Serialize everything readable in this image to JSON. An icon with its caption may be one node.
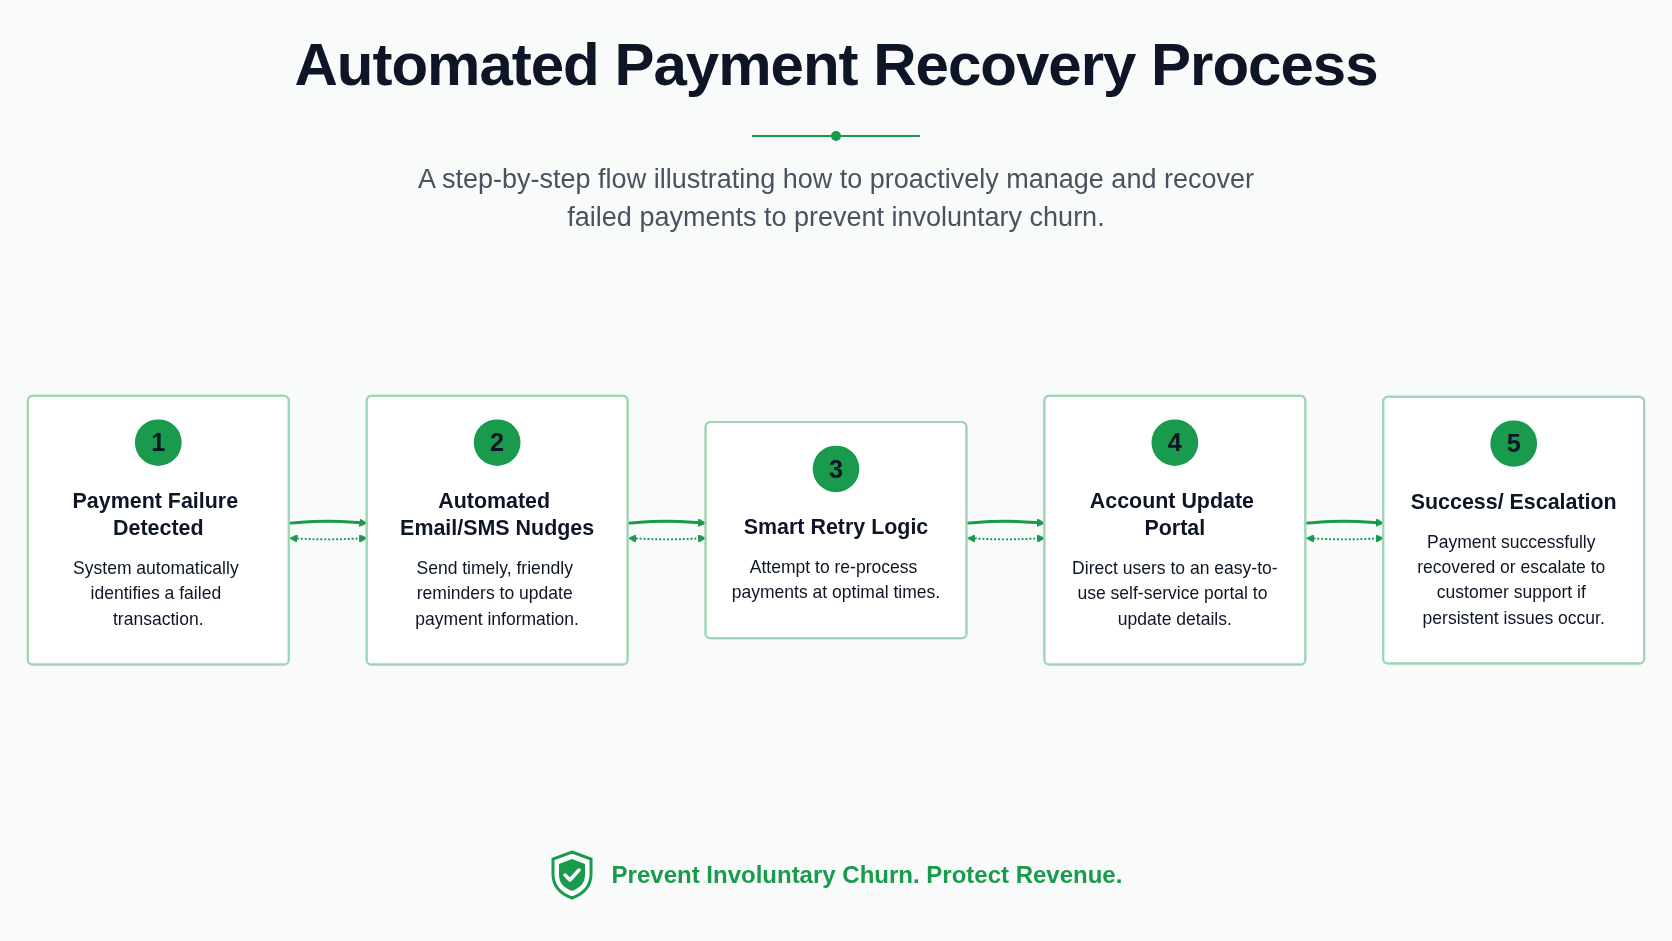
{
  "diagram": {
    "title": "Automated Payment Recovery Process",
    "nodes": [
      {
        "text": [
          "1",
          "Payment Failure Detected",
          "System automatically identifies a failed transaction."
        ]
      },
      {
        "text": [
          "2",
          "Automated Email/SMS Nudges",
          "Send timely, friendly reminders to update payment information."
        ]
      },
      {
        "text": [
          "3",
          "Smart Retry Logic",
          "Attempt to re-process payments at optimal times."
        ]
      },
      {
        "text": [
          "4",
          "Account Update Portal",
          "Direct users to an easy-to-use self-service portal to update details."
        ]
      },
      {
        "text": [
          "5",
          "Success/ Escalation",
          "Payment successfully recovered or escalate to customer support if persistent issues occur."
        ]
      }
    ],
    "edges": [
      {
        "from": 0,
        "to": 1,
        "arrow": "to"
      },
      {
        "from": 1,
        "to": 2,
        "arrow": "to"
      },
      {
        "from": 2,
        "to": 3,
        "arrow": "to"
      },
      {
        "from": 3,
        "to": 4,
        "arrow": "to"
      },
      {
        "from": 0,
        "to": 1,
        "arrow": "both",
        "style": "dashed"
      },
      {
        "from": 1,
        "to": 2,
        "arrow": "both",
        "style": "dashed"
      },
      {
        "from": 2,
        "to": 3,
        "arrow": "both",
        "style": "dashed"
      },
      {
        "from": 3,
        "to": 4,
        "arrow": "both",
        "style": "dashed"
      }
    ],
    "labels": [
      "A step-by-step flow illustrating how to proactively manage and recover failed payments to prevent involuntary churn.",
      "Prevent Involuntary Churn. Protect Revenue."
    ]
  }
}
